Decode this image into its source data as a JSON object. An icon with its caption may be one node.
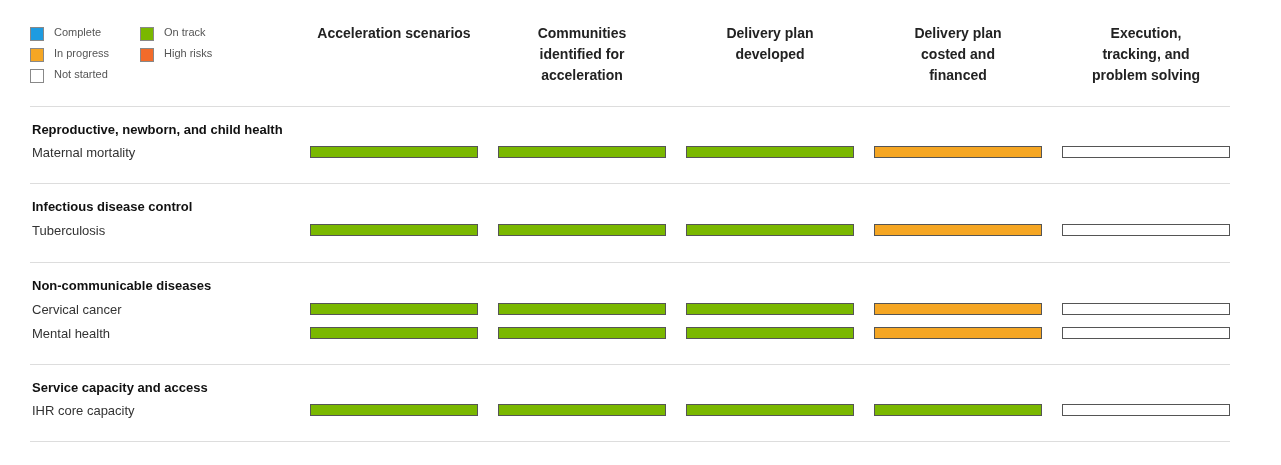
{
  "diagram": {
    "nodes": [
      {
        "text": [],
        "shape": "bar"
      },
      {
        "text": [],
        "shape": "bar"
      },
      {
        "text": [],
        "shape": "bar"
      },
      {
        "text": [],
        "shape": "bar"
      },
      {
        "text": [],
        "shape": "bar"
      },
      {
        "text": [],
        "shape": "bar"
      },
      {
        "text": [],
        "shape": "bar"
      },
      {
        "text": [],
        "shape": "bar"
      },
      {
        "text": [],
        "shape": "bar"
      },
      {
        "text": [],
        "shape": "bar"
      },
      {
        "text": [],
        "shape": "bar"
      },
      {
        "text": [],
        "shape": "bar"
      },
      {
        "text": [],
        "shape": "bar"
      },
      {
        "text": [],
        "shape": "bar"
      },
      {
        "text": [],
        "shape": "bar"
      },
      {
        "text": [],
        "shape": "bar"
      },
      {
        "text": [],
        "shape": "bar"
      },
      {
        "text": [],
        "shape": "bar"
      },
      {
        "text": [],
        "shape": "bar"
      },
      {
        "text": [],
        "shape": "bar"
      },
      {
        "text": [],
        "shape": "bar"
      },
      {
        "text": [],
        "shape": "bar"
      },
      {
        "text": [],
        "shape": "bar"
      },
      {
        "text": [],
        "shape": "bar"
      },
      {
        "text": [],
        "shape": "bar"
      }
    ],
    "labels": [
      "Acceleration scenarios",
      "Communities identified for acceleration",
      "Delivery plan developed",
      "Delivery plan costed and financed",
      "Execution, tracking, and problem solving",
      "Reproductive, newborn, and child health",
      "Maternal mortality",
      "Infectious disease control",
      "Tuberculosis",
      "Non-communicable diseases",
      "Cervical cancer",
      "Mental health",
      "Service capacity and access",
      "IHR core capacity"
    ],
    "legend": [
      {
        "text": "Complete",
        "color": "#1e9be0"
      },
      {
        "text": "In progress",
        "color": "#f5a623"
      },
      {
        "text": "Not started",
        "color": "#ffffff"
      },
      {
        "text": "On track",
        "color": "#7ab800"
      },
      {
        "text": "High risks",
        "color": "#f26b2a"
      }
    ]
  }
}
